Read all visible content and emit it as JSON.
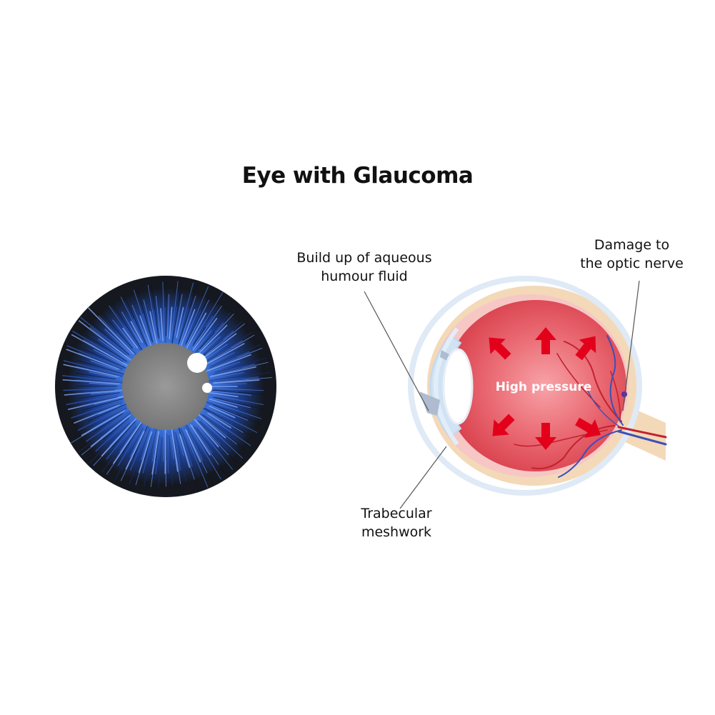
{
  "title": "Eye with Glaucoma",
  "labels": {
    "aqueous": {
      "line1": "Build up of aqueous",
      "line2": "humour fluid"
    },
    "optic_nerve": {
      "line1": "Damage to",
      "line2": "the optic nerve"
    },
    "trabecular": {
      "line1": "Trabecular",
      "line2": "meshwork"
    },
    "pressure": "High pressure"
  },
  "colors": {
    "iris_blue": "#3a6fd8",
    "iris_dark": "#15181f",
    "pupil": "#8a8a8a",
    "eyeball_red": "#e25560",
    "sclera_tan": "#f3d9b8",
    "cornea_blue": "#cfe3f5",
    "arrow_red": "#e3001b"
  },
  "icons": [
    "iris-illustration",
    "eye-cross-section-illustration",
    "pressure-arrow-icon"
  ]
}
